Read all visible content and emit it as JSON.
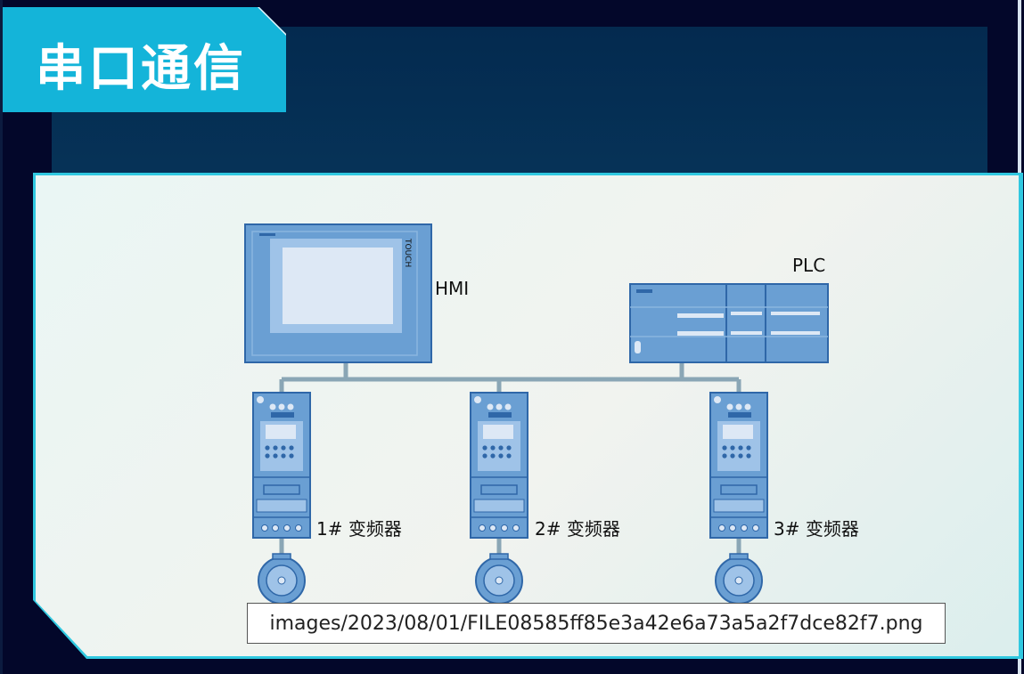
{
  "title": "串口通信",
  "labels": {
    "hmi": "HMI",
    "plc": "PLC",
    "hmi_brand": "TOUCH",
    "vfd1": "1# 变频器",
    "vfd2": "2# 变频器",
    "vfd3": "3# 变频器"
  },
  "image_path": "images/2023/08/01/FILE08585ff85e3a42e6a73a5a2f7dce82f7.png",
  "colors": {
    "badge": "#14b4d9",
    "panel_border": "#30c8e0",
    "device_blue": "#6a9fd3",
    "device_outline": "#2f67a8",
    "bus": "#8aa6b5"
  }
}
